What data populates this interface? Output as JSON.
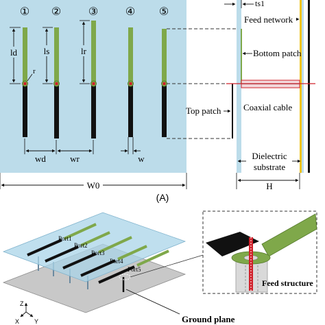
{
  "top_view": {
    "numbers": [
      "①",
      "②",
      "③",
      "④",
      "⑤"
    ],
    "labels": {
      "ld": "ld",
      "ls": "ls",
      "lr": "lr",
      "r": "r",
      "wd": "wd",
      "wr": "wr",
      "w": "w",
      "W0": "W0"
    }
  },
  "side_view": {
    "ts1": "ts1",
    "feed_network": "Feed network",
    "bottom_patch": "Bottom patch",
    "top_patch": "Top patch",
    "coaxial_cable": "Coaxial cable",
    "dielectric_line1": "Dielectric",
    "dielectric_line2": "substrate",
    "H": "H"
  },
  "caption_a": "(A)",
  "perspective": {
    "ports": [
      "Port1",
      "Port2",
      "Port3",
      "Port4",
      "Port5"
    ],
    "ground_plane": "Ground plane",
    "feed_structure": "Feed structure",
    "axes": {
      "z": "Z",
      "x": "X",
      "y": "Y"
    }
  },
  "colors": {
    "substrate": "#bcdcea",
    "patch_green": "#7fa84a",
    "dark": "#111111",
    "feed_yellow": "#f0c419",
    "cable_red": "#d0202a",
    "ground": "#c8c8c8"
  }
}
